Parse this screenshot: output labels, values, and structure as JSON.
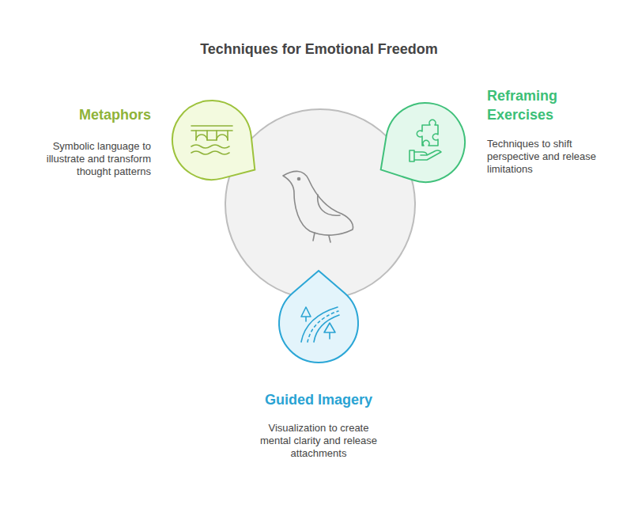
{
  "diagram": {
    "title": "Techniques for Emotional Freedom",
    "nodes": [
      {
        "text": [
          "Metaphors",
          "Symbolic language to illustrate and transform thought patterns"
        ]
      },
      {
        "text": [
          "Reframing Exercises",
          "Techniques to shift perspective and release limitations"
        ]
      },
      {
        "text": [
          "Guided Imagery",
          "Visualization to create mental clarity and release attachments"
        ]
      }
    ]
  }
}
